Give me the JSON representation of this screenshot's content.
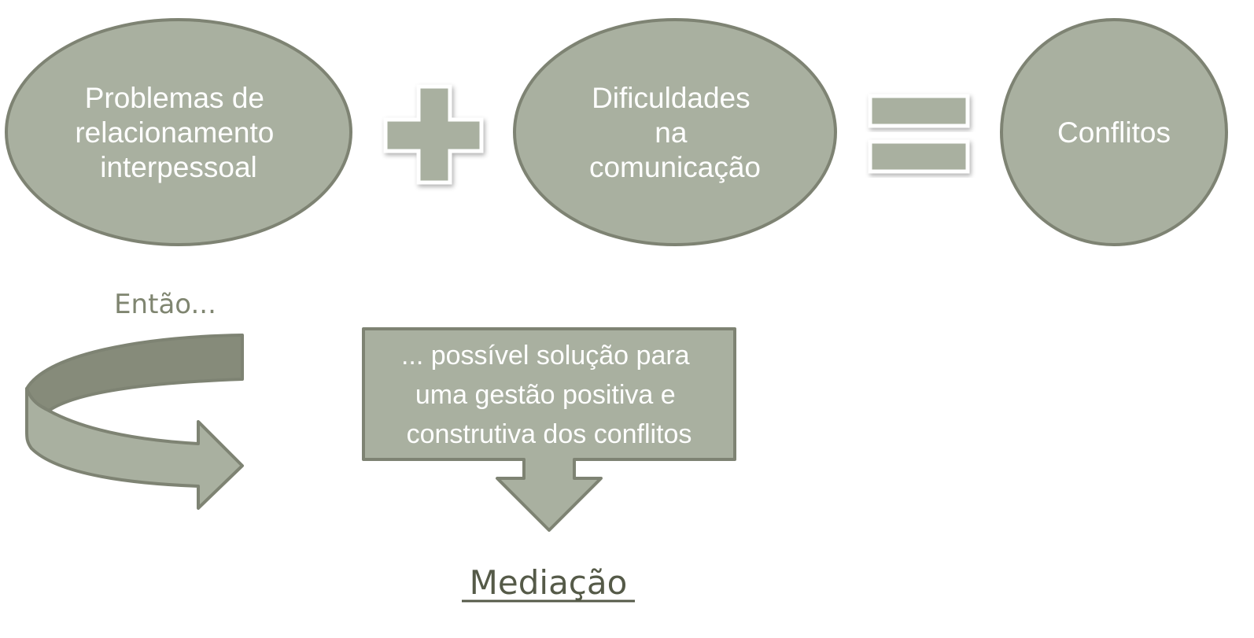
{
  "diagram": {
    "problem": [
      "Problemas de",
      "relacionamento",
      "interpessoal"
    ],
    "plus_symbol": "+",
    "difficulty": [
      "Dificuldades",
      "na",
      "comunicação"
    ],
    "equals_symbol": "=",
    "result": "Conflitos",
    "then_label": "Então...",
    "solution": [
      "... possível solução para",
      "uma gestão positiva e",
      "construtiva dos conflitos"
    ],
    "answer": "Mediação"
  },
  "colors": {
    "fill": "#a9b0a0",
    "stroke": "#7e8373",
    "dark_fill": "#868b7a",
    "then_text": "#7f8570",
    "answer_text": "#555a48"
  }
}
